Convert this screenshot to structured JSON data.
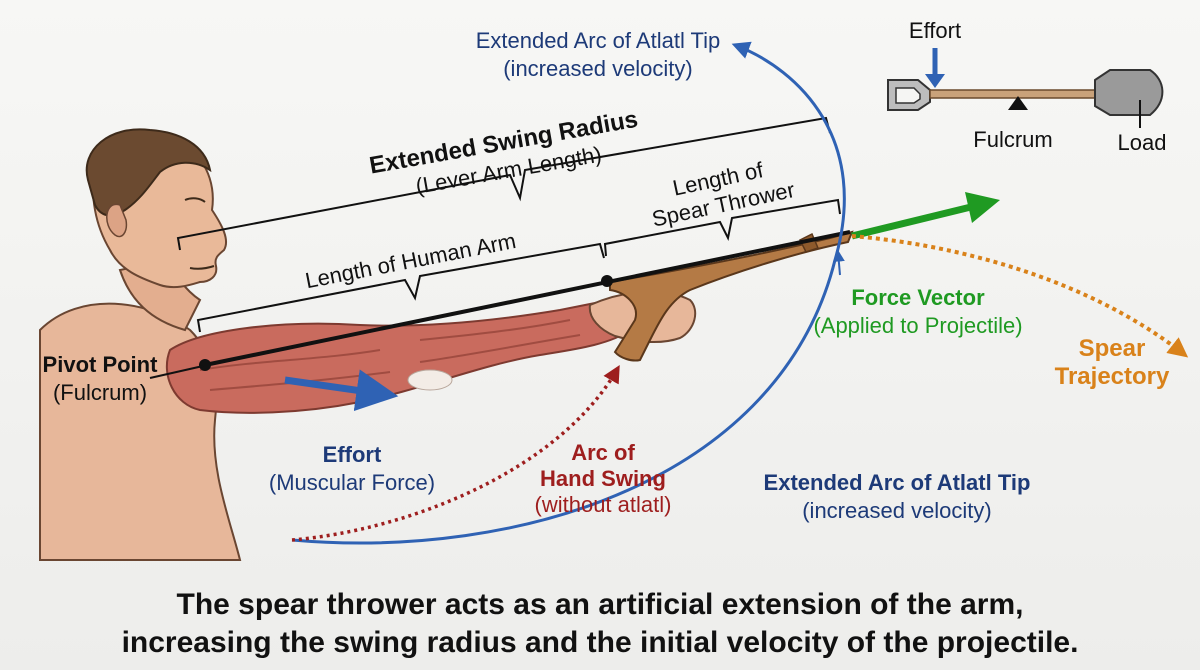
{
  "colors": {
    "blue": "#2f62b4",
    "navy": "#1d3a78",
    "green": "#1f9a22",
    "orange": "#d9821a",
    "darkred": "#9e1e1e",
    "black": "#111111",
    "skin": "#e7b79a",
    "muscle": "#c96b5e",
    "wood": "#b47a45"
  },
  "labels": {
    "arc_top": {
      "line1": "Extended Arc of Atlatl Tip",
      "line2": "(increased velocity)"
    },
    "arc_bottom": {
      "line1": "Extended Arc of Atlatl Tip",
      "line2": "(increased velocity)"
    },
    "swing_radius": {
      "line1": "Extended Swing Radius",
      "line2": "(Lever Arm Length)"
    },
    "human_arm": "Length of Human Arm",
    "spear_thrower": {
      "line1": "Length of",
      "line2": "Spear Thrower"
    },
    "pivot": {
      "line1": "Pivot Point",
      "line2": "(Fulcrum)"
    },
    "effort": {
      "line1": "Effort",
      "line2": "(Muscular Force)"
    },
    "hand_arc": {
      "line1": "Arc of",
      "line2": "Hand Swing",
      "line3": "(without atlatl)"
    },
    "force_vector": {
      "line1": "Force Vector",
      "line2": "(Applied to Projectile)"
    },
    "trajectory": {
      "line1": "Spear",
      "line2": "Trajectory"
    }
  },
  "lever_inset": {
    "effort": "Effort",
    "fulcrum": "Fulcrum",
    "load": "Load"
  },
  "icons": [
    "shovel-icon",
    "fulcrum-triangle-icon",
    "effort-arrow-icon"
  ],
  "caption": {
    "line1": "The spear thrower acts as an artificial extension of the arm,",
    "line2": "increasing the swing radius and the initial velocity of the projectile."
  }
}
